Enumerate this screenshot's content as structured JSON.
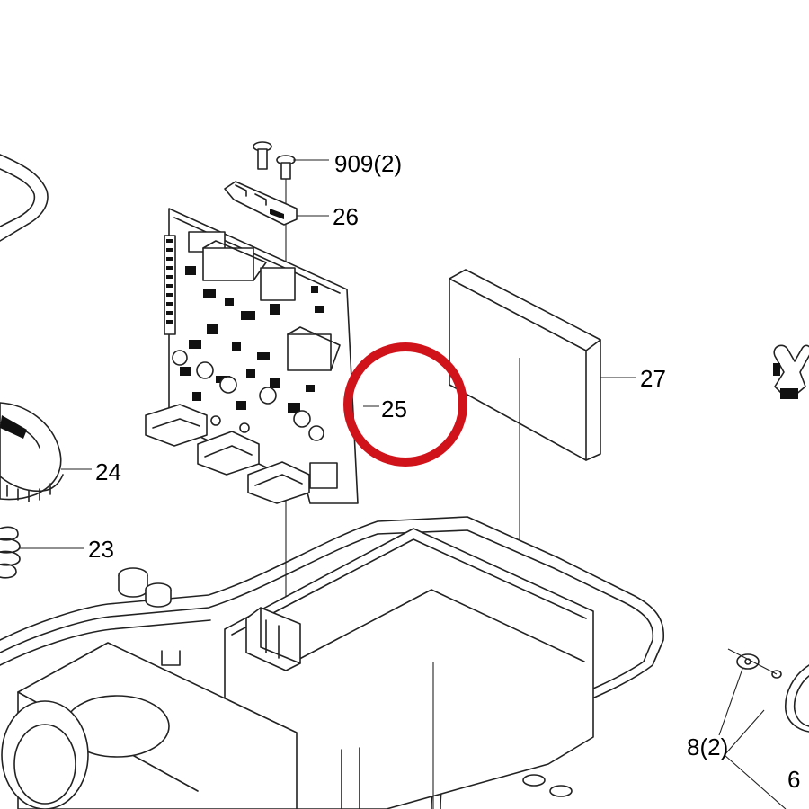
{
  "diagram": {
    "callouts": [
      {
        "id": "909",
        "label": "909(2)"
      },
      {
        "id": "26",
        "label": "26"
      },
      {
        "id": "27",
        "label": "27"
      },
      {
        "id": "25",
        "label": "25"
      },
      {
        "id": "24",
        "label": "24"
      },
      {
        "id": "23",
        "label": "23"
      },
      {
        "id": "8",
        "label": "8(2)"
      },
      {
        "id": "6",
        "label": "6"
      }
    ],
    "highlight": {
      "target": "25",
      "color": "#d0131b"
    }
  }
}
